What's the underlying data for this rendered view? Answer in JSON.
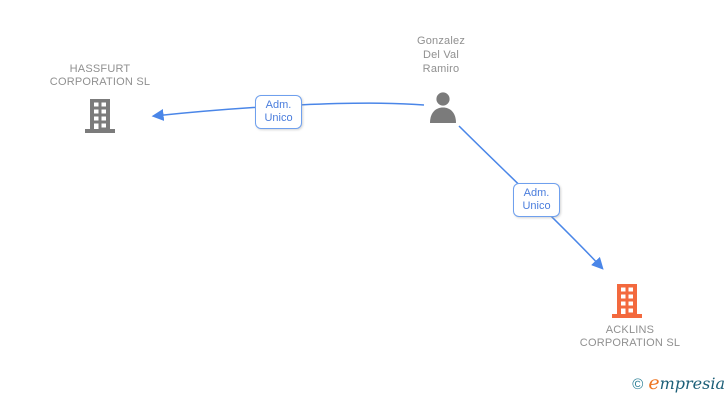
{
  "diagram": {
    "nodes": [
      {
        "id": "hassfurt",
        "type": "company",
        "label": "HASSFURT CORPORATION SL",
        "icon": "building-icon",
        "color": "#7b7b7b"
      },
      {
        "id": "gonzalez",
        "type": "person",
        "label": "Gonzalez Del Val Ramiro",
        "icon": "person-icon",
        "color": "#7b7b7b"
      },
      {
        "id": "acklins",
        "type": "company",
        "label": "ACKLINS CORPORATION SL",
        "icon": "building-icon",
        "color": "#f3693e"
      }
    ],
    "edges": [
      {
        "from": "gonzalez",
        "to": "hassfurt",
        "label": "Adm. Unico"
      },
      {
        "from": "gonzalez",
        "to": "acklins",
        "label": "Adm. Unico"
      }
    ],
    "colors": {
      "edge_blue": "#4a86e8",
      "edge_box_border": "#6fa0ee",
      "edge_box_text": "#4a7ddd",
      "label_gray": "#909090",
      "company_gray": "#7b7b7b",
      "company_orange": "#f3693e"
    }
  },
  "footer": {
    "copyright_symbol": "©",
    "brand_initial": "e",
    "brand_rest": "mpresia"
  }
}
